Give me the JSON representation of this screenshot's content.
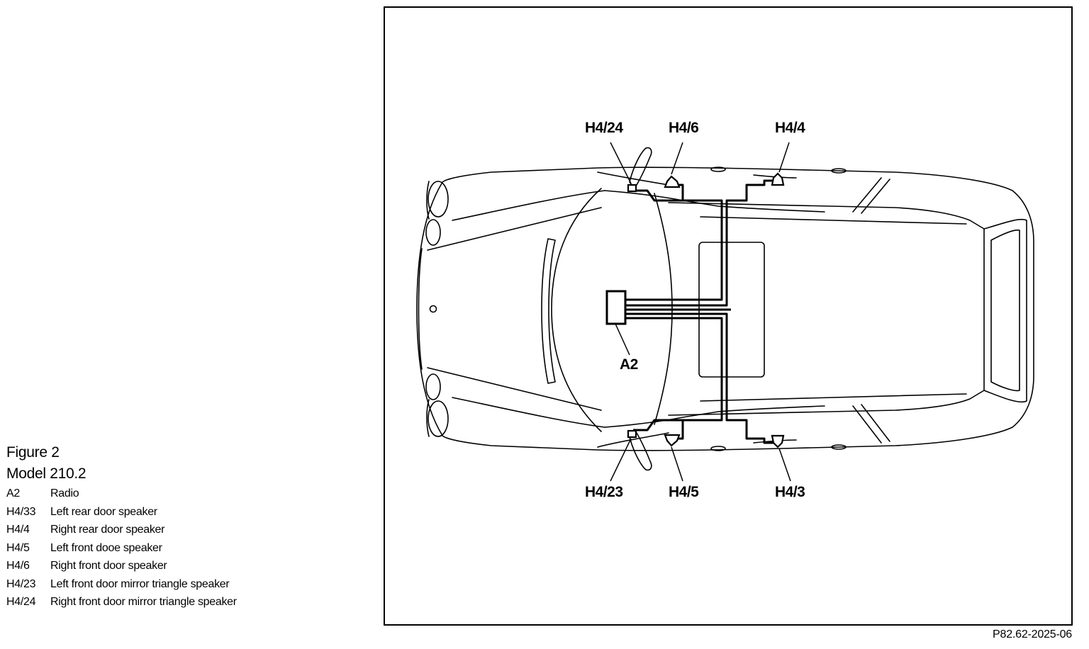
{
  "figure": {
    "title": "Figure 2",
    "model": "Model 210.2"
  },
  "legend": [
    {
      "code": "A2",
      "desc": "Radio"
    },
    {
      "code": "H4/33",
      "desc": "Left rear door speaker"
    },
    {
      "code": "H4/4",
      "desc": "Right rear door speaker"
    },
    {
      "code": "H4/5",
      "desc": "Left front dooe speaker"
    },
    {
      "code": "H4/6",
      "desc": "Right front door speaker"
    },
    {
      "code": "H4/23",
      "desc": "Left front door mirror triangle speaker"
    },
    {
      "code": "H4/24",
      "desc": "Right front door mirror triangle speaker"
    }
  ],
  "callouts": {
    "h4_24": "H4/24",
    "h4_6": "H4/6",
    "h4_4": "H4/4",
    "h4_23": "H4/23",
    "h4_5": "H4/5",
    "h4_3": "H4/3",
    "a2": "A2"
  },
  "reference_code": "P82.62-2025-06"
}
